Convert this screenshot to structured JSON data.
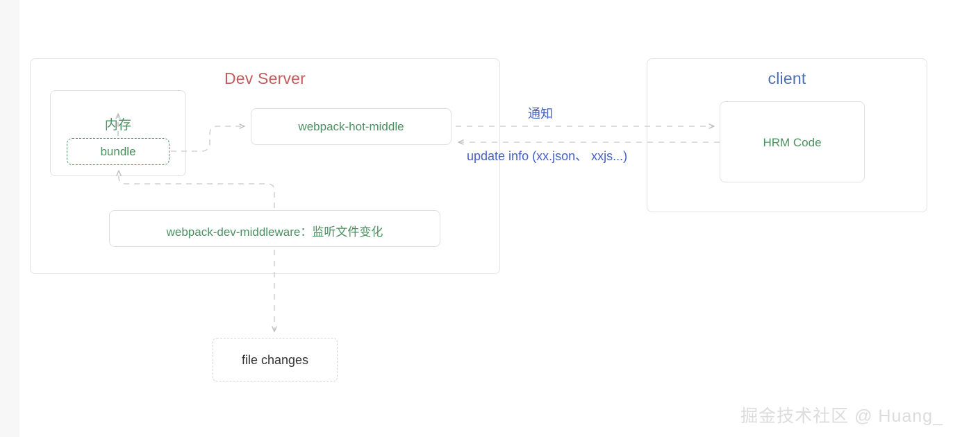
{
  "diagram": {
    "background_color": "#ffffff",
    "accent_colors": {
      "green": "#4a9160",
      "blue": "#4360c4",
      "red": "#c15c5c",
      "client_blue": "#4a6fb5",
      "border_gray": "#e0e0e0",
      "dash_gray": "#c9c9c9",
      "watermark_gray": "#dcdcdc"
    },
    "dev_server": {
      "title": "Dev Server",
      "memory": {
        "title": "内存",
        "bundle_label": "bundle"
      },
      "hot_middle_label": "webpack-hot-middle",
      "dev_middleware_label": "webpack-dev-middleware：监听文件变化"
    },
    "client": {
      "title": "client",
      "hrm_label": "HRM Code"
    },
    "file_changes_label": "file changes",
    "connectors": {
      "notify_label": "通知",
      "update_info_label": "update info (xx.json、 xxjs...)"
    },
    "watermark": "掘金技术社区 @ Huang_"
  }
}
